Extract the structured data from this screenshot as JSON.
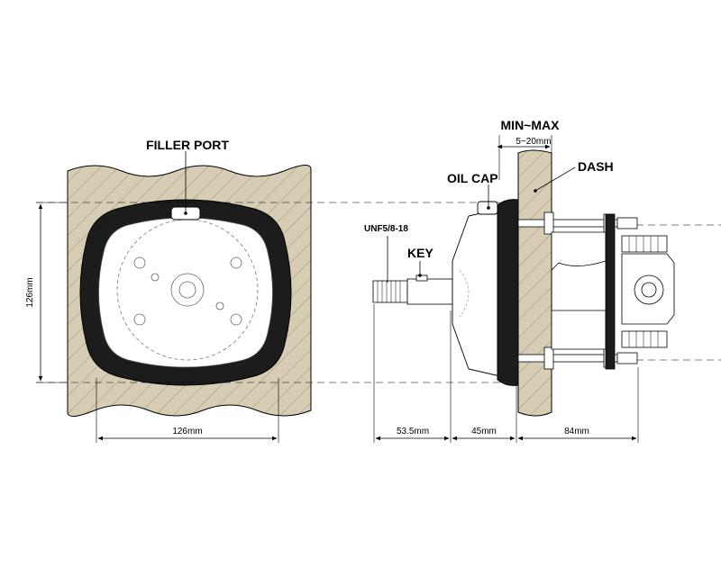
{
  "labels": {
    "filler_port": "FILLER PORT",
    "min_max": "MIN~MAX",
    "min_max_range": "5~20mm",
    "dash": "DASH",
    "oil_cap": "OIL CAP",
    "thread": "UNF5/8-18",
    "key": "KEY"
  },
  "dimensions": {
    "front_height": "126mm",
    "front_width": "126mm",
    "shaft_length": "53.5mm",
    "body_depth": "45mm",
    "rear_depth": "84mm"
  },
  "colors": {
    "dash_panel": "#d6cdb4",
    "bezel": "#1c1c1c",
    "line": "#000000"
  }
}
